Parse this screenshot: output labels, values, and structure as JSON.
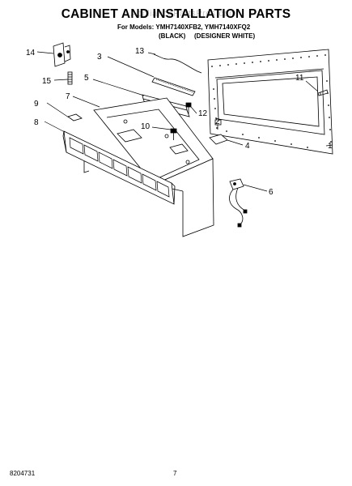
{
  "header": {
    "title": "CABINET AND INSTALLATION PARTS",
    "models": "For Models: YMH7140XFB2, YMH7140XFQ2",
    "variant_a": "(BLACK)",
    "variant_b": "(DESIGNER WHITE)",
    "watermark": "AppliancePartsPros.com"
  },
  "footer": {
    "doc_number": "8204731",
    "page_number": "7"
  },
  "callouts": [
    "1",
    "2",
    "3",
    "4",
    "5",
    "6",
    "7",
    "8",
    "9",
    "10",
    "11",
    "12",
    "13",
    "14",
    "15"
  ]
}
